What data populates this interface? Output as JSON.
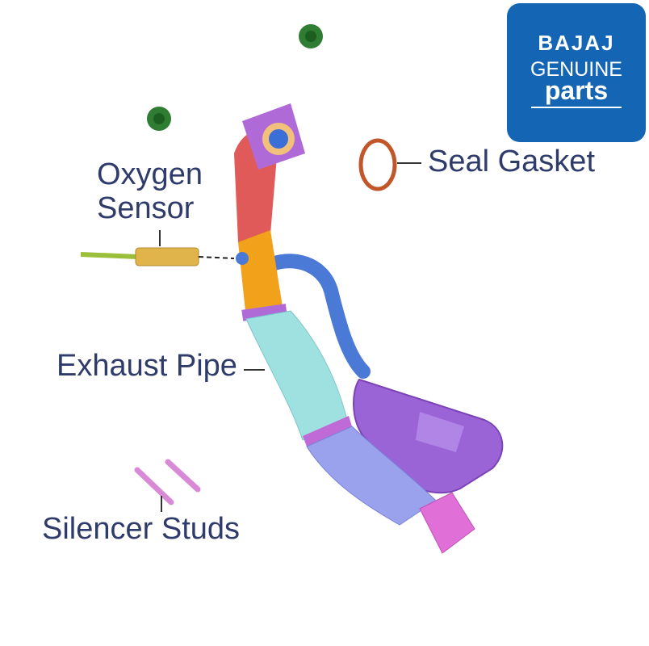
{
  "brand": {
    "line1": "BAJAJ",
    "line2": "GENUINE",
    "line3": "parts",
    "color": "#1565b5"
  },
  "labels": {
    "oxygen_sensor_line1": "Oxygen",
    "oxygen_sensor_line2": "Sensor",
    "seal_gasket": "Seal Gasket",
    "exhaust_pipe": "Exhaust Pipe",
    "silencer_studs": "Silencer Studs"
  },
  "colors": {
    "label_text": "#2f3c6b",
    "header_pipe": "#e05a5a",
    "flange": "#b06ad8",
    "sensor_boss": "#f2a21a",
    "pipe_body": "#9fe0e0",
    "muffler": "#9a63d6",
    "tail_tip": "#e070d8",
    "gasket": "#c0562a",
    "studs": "#d98ad6",
    "nuts": "#2e7d32"
  }
}
